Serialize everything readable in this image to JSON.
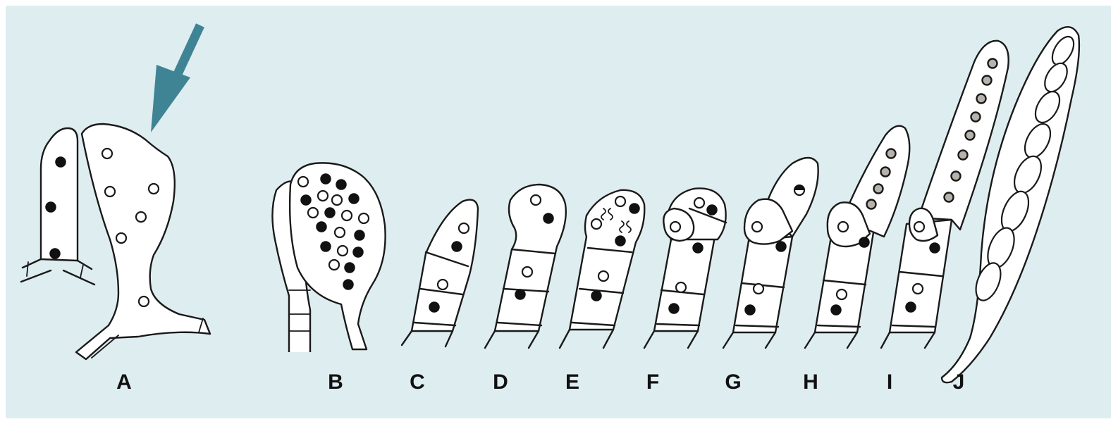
{
  "panel_labels": {
    "a": "A",
    "b": "B",
    "c": "C",
    "d": "D",
    "e": "E",
    "f": "F",
    "g": "G",
    "h": "H",
    "i": "I",
    "j": "J"
  },
  "colors": {
    "background": "#deedf0",
    "arrow": "#3e8494",
    "outline": "#1a1a1a",
    "nucleus_filled": "#111111",
    "nucleus_open": "#ffffff",
    "nucleus_grey": "#b8b2ac"
  }
}
